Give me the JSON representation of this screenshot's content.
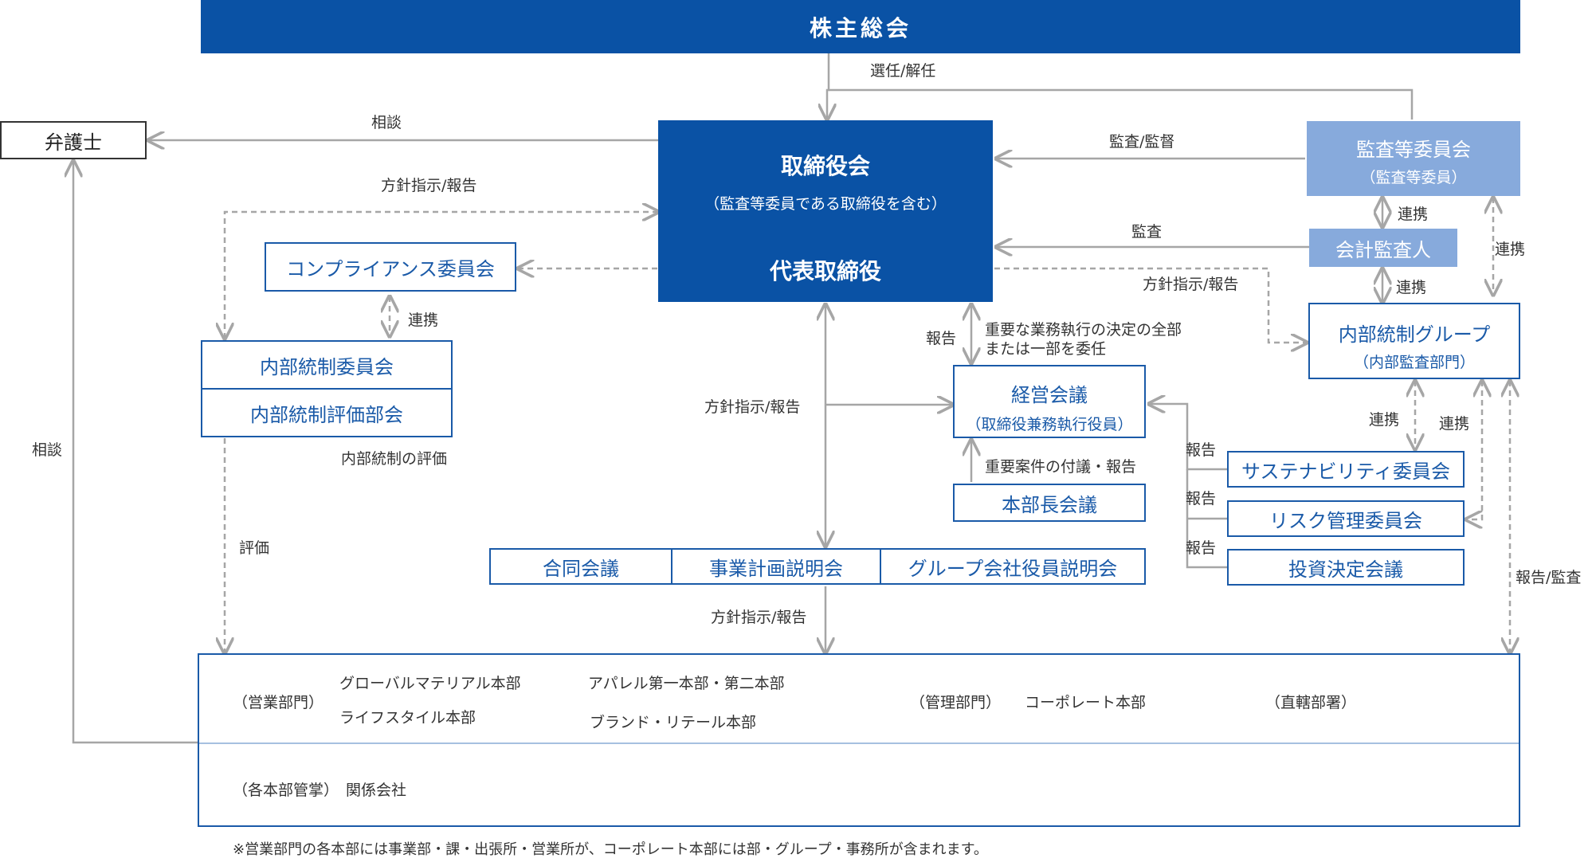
{
  "shareholders": "株主総会",
  "lawyer": "弁護士",
  "board": {
    "title": "取締役会",
    "subtitle": "（監査等委員である取締役を含む）",
    "president": "代表取締役"
  },
  "audit_committee": {
    "title": "監査等委員会",
    "subtitle": "（監査等委員）"
  },
  "accounting_auditor": "会計監査人",
  "compliance_committee": "コンプライアンス委員会",
  "internal_control_committee": "内部統制委員会",
  "internal_control_evaluation": "内部統制評価部会",
  "internal_control_group": {
    "title": "内部統制グループ",
    "subtitle": "（内部監査部門）"
  },
  "management_meeting": {
    "title": "経営会議",
    "subtitle": "（取締役兼務執行役員）"
  },
  "division_heads_meeting": "本部長会議",
  "sustainability_committee": "サステナビリティ委員会",
  "risk_committee": "リスク管理委員会",
  "investment_meeting": "投資決定会議",
  "joint_meeting": "合同会議",
  "business_plan_briefing": "事業計画説明会",
  "group_officers_briefing": "グループ会社役員説明会",
  "labels": {
    "elect_dismiss": "選任/解任",
    "consult_top": "相談",
    "consult_left": "相談",
    "audit_supervise": "監査/監督",
    "audit": "監査",
    "policy_report_top": "方針指示/報告",
    "policy_report_right": "方針指示/報告",
    "policy_report_mid": "方針指示/報告",
    "policy_report_bottom": "方針指示/報告",
    "coop_1": "連携",
    "coop_2": "連携",
    "coop_3": "連携",
    "coop_4": "連携",
    "coop_5": "連携",
    "coop_6": "連携",
    "report_board": "報告",
    "delegate_1": "重要な業務執行の決定の全部",
    "delegate_2": "または一部を委任",
    "ic_evaluation": "内部統制の評価",
    "evaluation": "評価",
    "important_matters": "重要案件の付議・報告",
    "report_1": "報告",
    "report_2": "報告",
    "report_3": "報告",
    "report_audit": "報告/監査"
  },
  "divisions": {
    "sales_label": "（営業部門）",
    "global_material": "グローバルマテリアル本部",
    "lifestyle": "ライフスタイル本部",
    "apparel": "アパレル第一本部・第二本部",
    "brand_retail": "ブランド・リテール本部",
    "admin_label": "（管理部門）",
    "corporate": "コーポレート本部",
    "direct_label": "（直轄部署）",
    "each_div_label": "（各本部管掌）",
    "affiliates": "関係会社"
  },
  "footnote": "※営業部門の各本部には事業部・課・出張所・営業所が、コーポレート本部には部・グループ・事務所が含まれます。",
  "colors": {
    "primary": "#0a52a5",
    "light": "#87aadc",
    "border": "#1a5aa8",
    "arrow": "#a6a6a6"
  }
}
